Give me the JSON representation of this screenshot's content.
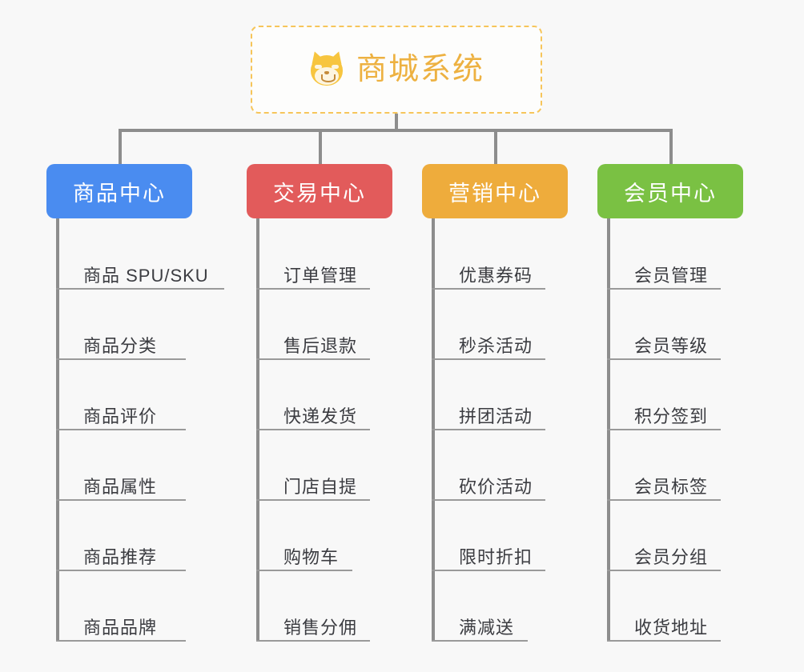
{
  "background_color": "#f8f8f8",
  "root": {
    "icon": "shiba-dog-face-icon",
    "title": "商城系统",
    "title_color": "#edb141",
    "border_color": "#f6c55a",
    "background_color": "#fdfdfc"
  },
  "connector_color": "#8d8d8d",
  "branches": [
    {
      "label": "商品中心",
      "color": "#4a8cf0",
      "items": [
        "商品 SPU/SKU",
        "商品分类",
        "商品评价",
        "商品属性",
        "商品推荐",
        "商品品牌"
      ]
    },
    {
      "label": "交易中心",
      "color": "#e25b5b",
      "items": [
        "订单管理",
        "售后退款",
        "快递发货",
        "门店自提",
        "购物车",
        "销售分佣"
      ]
    },
    {
      "label": "营销中心",
      "color": "#eeac3c",
      "items": [
        "优惠券码",
        "秒杀活动",
        "拼团活动",
        "砍价活动",
        "限时折扣",
        "满减送"
      ]
    },
    {
      "label": "会员中心",
      "color": "#7ac143",
      "items": [
        "会员管理",
        "会员等级",
        "积分签到",
        "会员标签",
        "会员分组",
        "收货地址"
      ]
    }
  ]
}
